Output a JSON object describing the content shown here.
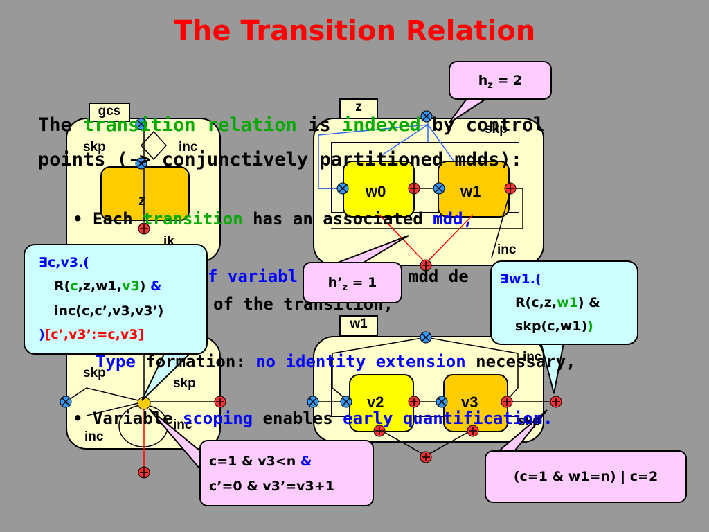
{
  "title": "The Transition Relation",
  "intro": {
    "l1a": "The ",
    "l1b": "transition relation",
    "l1c": " is ",
    "l1d": "indexed",
    "l1e": " by control",
    "l2": "points (-> conjunctively partitioned mdds):"
  },
  "bullets": {
    "b1a": "• Each ",
    "b1b": "transition",
    "b1c": " has an associated ",
    "b1d": "mdd,",
    "b2a": "f variabl",
    "b2b": "mdd de",
    "b3": "of the transition,",
    "b4a": "Type ",
    "b4b": "formation: ",
    "b4c": "no identity extension",
    "b4d": " necessary,",
    "b5a": "• Variable ",
    "b5b": "scoping",
    "b5c": " enables ",
    "b5d": "early quantification."
  },
  "diagram": {
    "left_top_tag": "gcs",
    "left_top_z": "z",
    "left_skp": "skp",
    "left_inc": "inc",
    "center_top_tag": "z",
    "w0": "w0",
    "w1": "w1",
    "center_skp": "skp",
    "center_inc": "inc",
    "center_bottom_tag": "w1",
    "v2": "v2",
    "v3": "v3",
    "cb_inc": "inc",
    "cb_skp": "skp",
    "lb_skp": "skp",
    "lb_skp2": "skp",
    "lb_inc": "inc",
    "lb_inc2": "inc",
    "lt_lbl": "ik"
  },
  "callouts": {
    "hz_prefix": "h",
    "hz_sub": "z",
    "hz_value": " = 2",
    "hpz_prefix": "h’",
    "hpz_sub": "z",
    "hpz_value": " = 1",
    "left_l1": "∃c,v3.(",
    "left_l2a": "R(",
    "left_l2b": "c",
    "left_l2c": ",z,w1,",
    "left_l2d": "v3",
    "left_l2e": ") ",
    "left_l2f": "&",
    "left_l3": "inc(c,c’,v3,v3’)",
    "left_l4a": ")",
    "left_l4b": "[c’,v3’:=c,v3]",
    "right_l1": "∃w1.(",
    "right_l2a": "R(c,z,",
    "right_l2b": "w1",
    "right_l2c": ") &",
    "right_l3a": "skp(c,w1)",
    "right_l3b": ")",
    "cond1_l1a": "c=1 & v3<n ",
    "cond1_l1b": "&",
    "cond1_l2": "c’=0 & v3’=v3+1",
    "cond2": "(c=1 & w1=n) | c=2"
  }
}
